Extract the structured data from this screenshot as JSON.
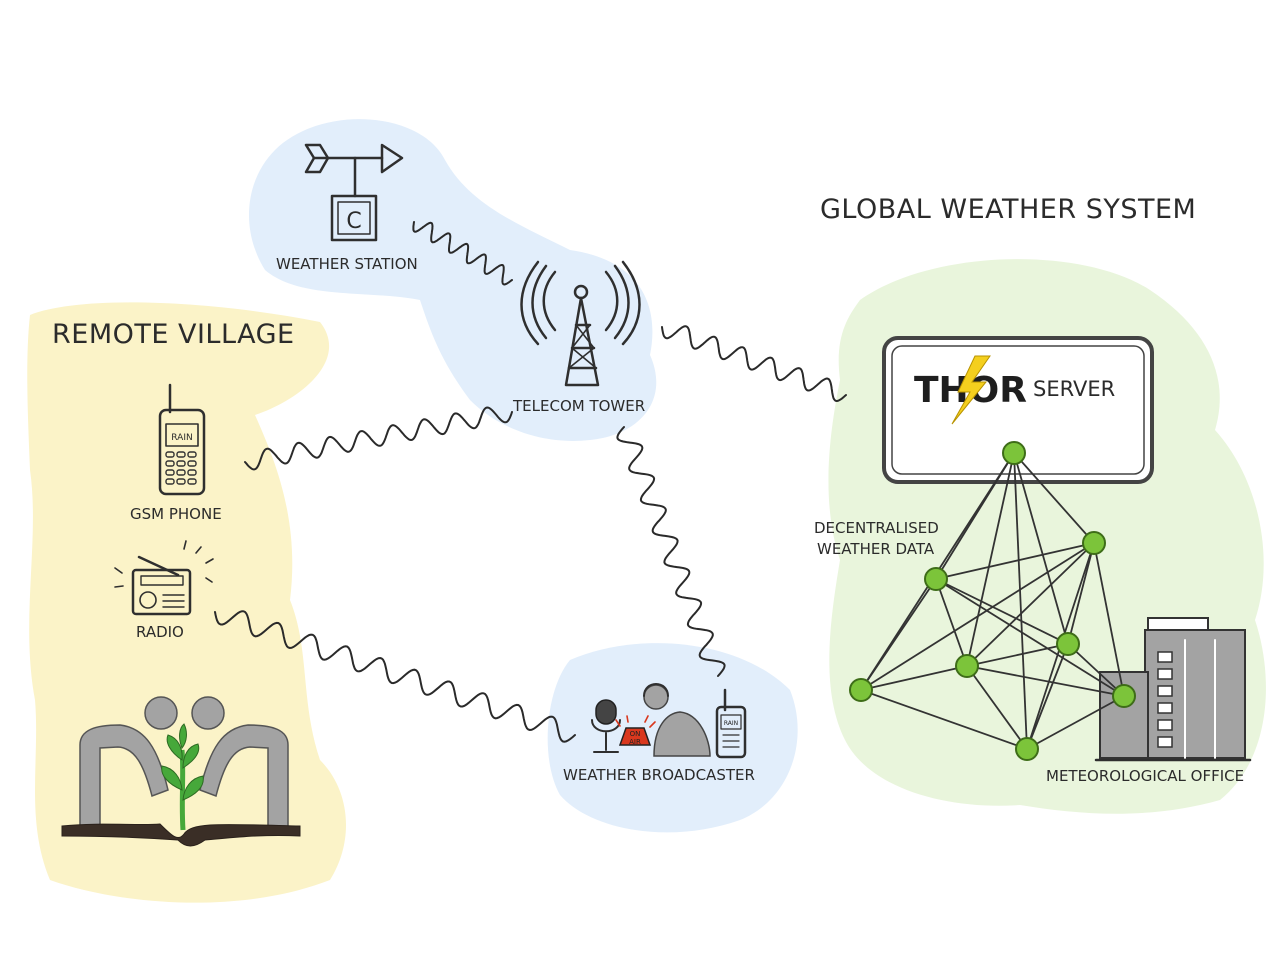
{
  "regions": {
    "remote_village": "REMOTE VILLAGE",
    "global_system": "GLOBAL WEATHER SYSTEM"
  },
  "labels": {
    "weather_station": "WEATHER STATION",
    "telecom_tower": "TELECOM TOWER",
    "gsm_phone": "GSM PHONE",
    "radio": "RADIO",
    "weather_broadcaster": "WEATHER BROADCASTER",
    "server_brand": "THOR",
    "server_word": "SERVER",
    "decentralised_line1": "DECENTRALISED",
    "decentralised_line2": "WEATHER DATA",
    "meteorological_office": "METEOROLOGICAL OFFICE"
  },
  "icon_text": {
    "station_box": "C",
    "phone_screen": "RAIN",
    "broadcaster_phone_screen": "RAIN",
    "on_air_line1": "ON",
    "on_air_line2": "AIR"
  },
  "colors": {
    "village_blob": "#fbf3c8",
    "blue_blob": "#e2eefb",
    "green_blob": "#e9f5dc",
    "node_green": "#7cc43a",
    "bolt_yellow": "#f4cf1e",
    "person_gray": "#a3a3a3",
    "plant_green": "#46a83a"
  }
}
